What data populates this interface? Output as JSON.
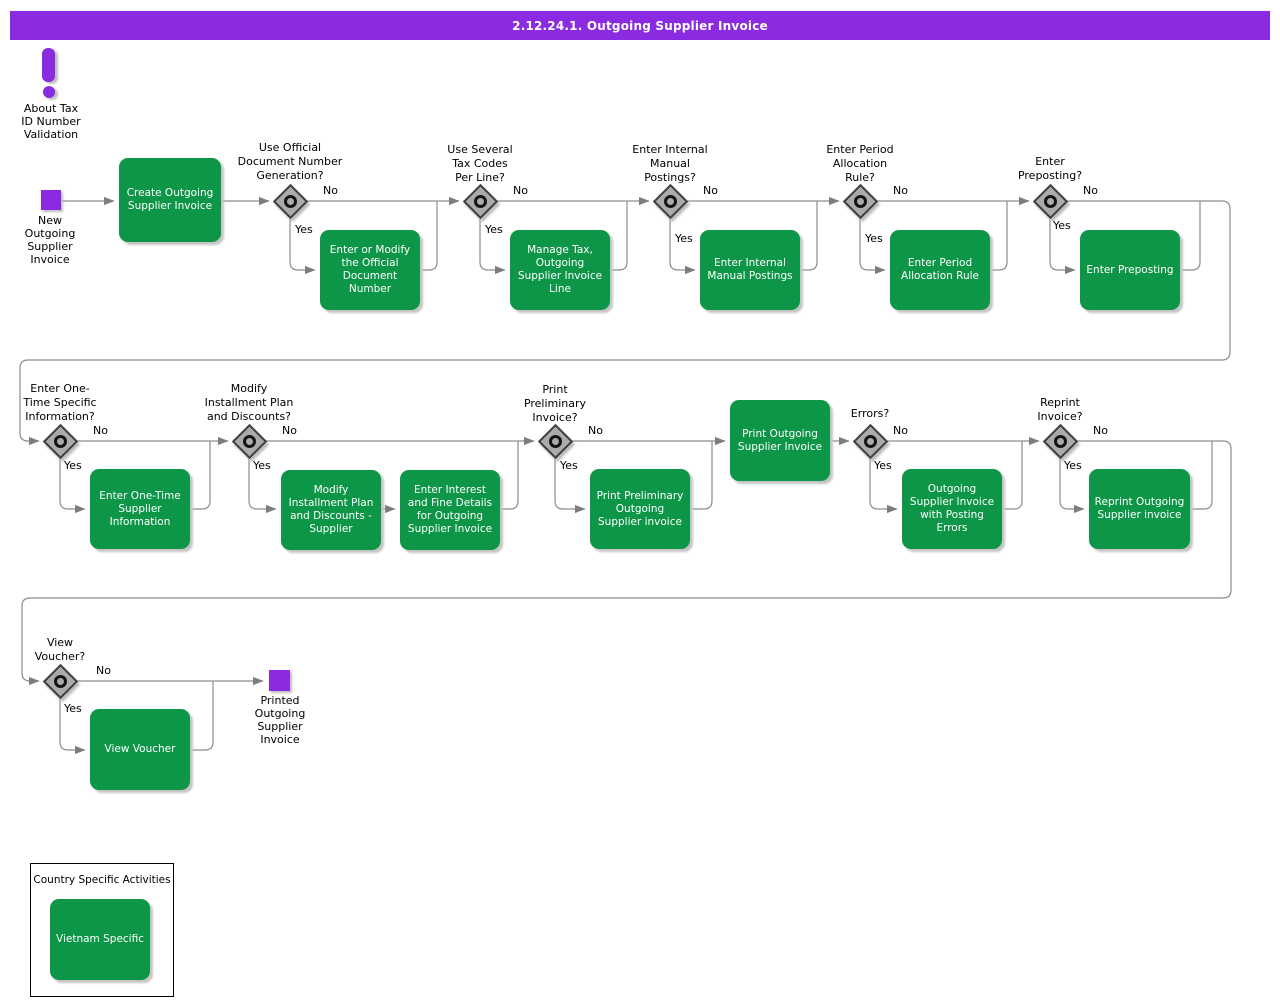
{
  "title": "2.12.24.1. Outgoing Supplier Invoice",
  "note": {
    "label": "About Tax\nID Number\nValidation"
  },
  "events": {
    "start": "New\nOutgoing\nSupplier\nInvoice",
    "end": "Printed\nOutgoing\nSupplier\nInvoice"
  },
  "activities": [
    {
      "label": "Create Outgoing\nSupplier Invoice"
    },
    {
      "label": "Enter or Modify\nthe Official\nDocument\nNumber"
    },
    {
      "label": "Manage Tax,\nOutgoing\nSupplier Invoice\nLine"
    },
    {
      "label": "Enter Internal\nManual Postings"
    },
    {
      "label": "Enter Period\nAllocation Rule"
    },
    {
      "label": "Enter Preposting"
    },
    {
      "label": "Enter One-Time\nSupplier\nInformation"
    },
    {
      "label": "Modify\nInstallment Plan\nand Discounts -\nSupplier"
    },
    {
      "label": "Enter Interest\nand Fine Details\nfor Outgoing\nSupplier Invoice"
    },
    {
      "label": "Print Preliminary\nOutgoing\nSupplier invoice"
    },
    {
      "label": "Print Outgoing\nSupplier Invoice"
    },
    {
      "label": "Outgoing\nSupplier Invoice\nwith Posting\nErrors"
    },
    {
      "label": "Reprint Outgoing\nSupplier invoice"
    },
    {
      "label": "View Voucher"
    }
  ],
  "decisions": [
    {
      "label": "Use Official\nDocument Number\nGeneration?",
      "yes": "Yes",
      "no": "No"
    },
    {
      "label": "Use Several\nTax Codes\nPer Line?",
      "yes": "Yes",
      "no": "No"
    },
    {
      "label": "Enter Internal\nManual\nPostings?",
      "yes": "Yes",
      "no": "No"
    },
    {
      "label": "Enter Period\nAllocation\nRule?",
      "yes": "Yes",
      "no": "No"
    },
    {
      "label": "Enter\nPreposting?",
      "yes": "Yes",
      "no": "No"
    },
    {
      "label": "Enter One-\nTime Specific\nInformation?",
      "yes": "Yes",
      "no": "No"
    },
    {
      "label": "Modify\nInstallment Plan\nand Discounts?",
      "yes": "Yes",
      "no": "No"
    },
    {
      "label": "Print\nPreliminary\nInvoice?",
      "yes": "Yes",
      "no": "No"
    },
    {
      "label": "Errors?",
      "yes": "Yes",
      "no": "No"
    },
    {
      "label": "Reprint\nInvoice?",
      "yes": "Yes",
      "no": "No"
    },
    {
      "label": "View\nVoucher?",
      "yes": "Yes",
      "no": "No"
    }
  ],
  "legend": {
    "title": "Country Specific Activities",
    "activity": "Vietnam Specific"
  },
  "colors": {
    "purple": "#8A2BE2",
    "green": "#0E9648",
    "line": "#8C8C8C"
  }
}
